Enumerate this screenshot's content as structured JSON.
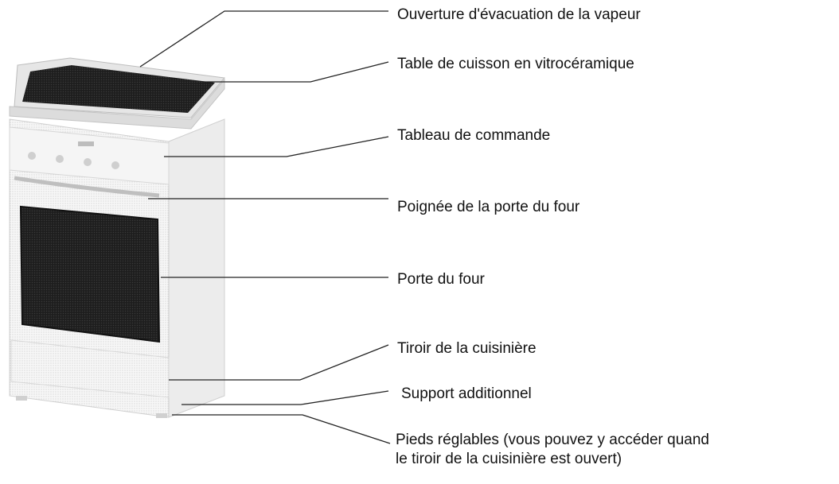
{
  "labels": [
    {
      "id": "steam-vent",
      "text": "Ouverture d'évacuation de la vapeur"
    },
    {
      "id": "ceramic-hob",
      "text": "Table de cuisson en vitrocéramique"
    },
    {
      "id": "control-panel",
      "text": "Tableau de commande"
    },
    {
      "id": "oven-door-handle",
      "text": "Poignée de la porte du four"
    },
    {
      "id": "oven-door",
      "text": "Porte du four"
    },
    {
      "id": "cooker-drawer",
      "text": "Tiroir de la cuisinière"
    },
    {
      "id": "additional-support",
      "text": "Support additionnel"
    },
    {
      "id": "adjustable-feet",
      "text": "Pieds réglables (vous pouvez y accéder quand",
      "text2": "le tiroir de la cuisinière est ouvert)"
    }
  ],
  "colors": {
    "line": "#222222",
    "appliance_body": "#f4f4f4",
    "appliance_shade": "#d8d8d8",
    "glass": "#2b2b2b"
  }
}
